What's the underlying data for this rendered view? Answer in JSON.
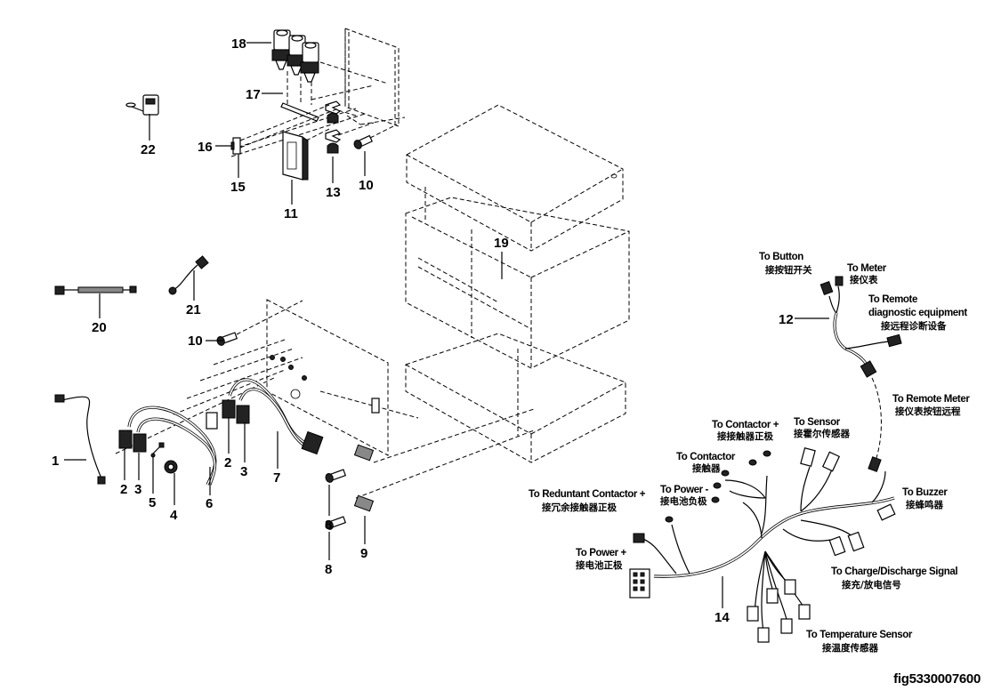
{
  "figure_id": "fig5330007600",
  "diagram_type": "exploded parts diagram",
  "callouts": [
    {
      "number": "1"
    },
    {
      "number": "2"
    },
    {
      "number": "3"
    },
    {
      "number": "4"
    },
    {
      "number": "5"
    },
    {
      "number": "6"
    },
    {
      "number": "7"
    },
    {
      "number": "8"
    },
    {
      "number": "9"
    },
    {
      "number": "10"
    },
    {
      "number": "11"
    },
    {
      "number": "12"
    },
    {
      "number": "13"
    },
    {
      "number": "14"
    },
    {
      "number": "15"
    },
    {
      "number": "16"
    },
    {
      "number": "17"
    },
    {
      "number": "18"
    },
    {
      "number": "19"
    },
    {
      "number": "20"
    },
    {
      "number": "21"
    },
    {
      "number": "22"
    }
  ],
  "connection_labels": {
    "to_button": {
      "en": "To Button",
      "zh": "接按钮开关"
    },
    "to_meter": {
      "en": "To Meter",
      "zh": "接仪表"
    },
    "to_remote_diag": {
      "en1": "To Remote",
      "en2": "diagnostic equipment",
      "zh": "接远程诊断设备"
    },
    "to_remote_meter": {
      "en": "To Remote Meter",
      "zh": "接仪表按钮远程"
    },
    "to_contactor_plus": {
      "en": "To Contactor +",
      "zh": "接接触器正极"
    },
    "to_sensor": {
      "en": "To Sensor",
      "zh": "接霍尔传感器"
    },
    "to_contactor": {
      "en": "To Contactor",
      "zh": "接触器"
    },
    "to_power_minus": {
      "en": "To Power -",
      "zh": "接电池负极"
    },
    "to_redundant_contactor": {
      "en": "To Reduntant Contactor +",
      "zh": "接冗余接触器正极"
    },
    "to_buzzer": {
      "en": "To Buzzer",
      "zh": "接蜂鸣器"
    },
    "to_power_plus": {
      "en": "To Power +",
      "zh": "接电池正极"
    },
    "to_charge_signal": {
      "en": "To Charge/Discharge Signal",
      "zh": "接充/放电信号"
    },
    "to_temp_sensor": {
      "en": "To Temperature Sensor",
      "zh": "接温度传感器"
    }
  }
}
